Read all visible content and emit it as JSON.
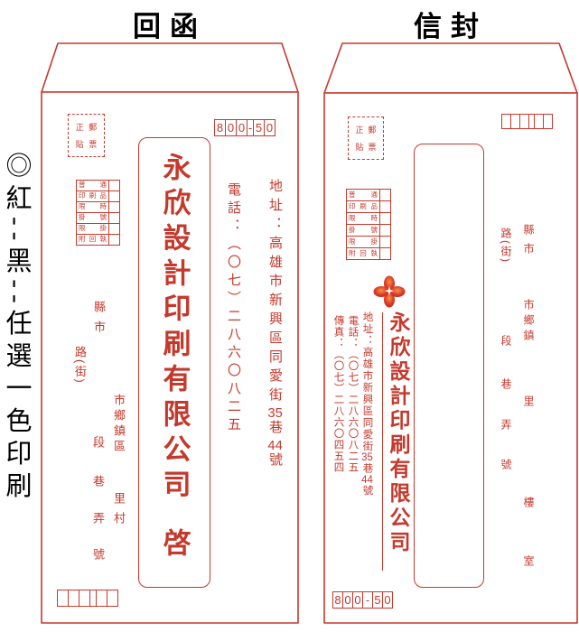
{
  "side_note": "◎紅--黑--任選一色印刷",
  "colors": {
    "red": "#c5392c",
    "black": "#000000"
  },
  "stamp": {
    "tl": "正",
    "tr": "郵",
    "bl": "貼",
    "br": "票"
  },
  "services": [
    "普通",
    "印刷品",
    "限時",
    "掛號",
    "限掛",
    "附回執"
  ],
  "reply_envelope": {
    "title": "回函",
    "zip_top": [
      "8",
      "0",
      "0",
      "-",
      "5",
      "0"
    ],
    "window": {
      "company": "永欣設計印刷有限公司",
      "suffix": "啓"
    },
    "address": {
      "p1": "地址：高雄市新興區同愛街",
      "n1": "35",
      "p2": "巷",
      "n2": "44",
      "p3": "號"
    },
    "phone": "電話：（〇七）二八六〇八二五",
    "guides": {
      "county": "縣市",
      "township": "市鄉鎮區",
      "village": "里村",
      "road": "路(街)",
      "section": "段",
      "lane": "巷",
      "alley": "弄",
      "number": "號"
    },
    "zip_bottom": [
      "",
      "",
      "",
      "",
      "",
      ""
    ]
  },
  "main_envelope": {
    "title": "信封",
    "zip_top": [
      "",
      "",
      "",
      "",
      "",
      ""
    ],
    "company": "永欣設計印刷有限公司",
    "address": {
      "p1": "地址：高雄市新興區同愛街",
      "n1": "35",
      "p2": "巷",
      "n2": "44",
      "p3": "號"
    },
    "phone": "電話：（〇七）二八六〇八二五",
    "fax": "傳真：（〇七）二八六〇四五四",
    "guides": {
      "county": "縣市",
      "township": "市鄉鎮",
      "village": "里",
      "road": "路(街)",
      "section": "段",
      "lane": "巷",
      "alley": "弄",
      "number": "號",
      "floor": "樓",
      "room": "室"
    },
    "zip_bottom": [
      "8",
      "0",
      "0",
      "-",
      "5",
      "0"
    ]
  }
}
